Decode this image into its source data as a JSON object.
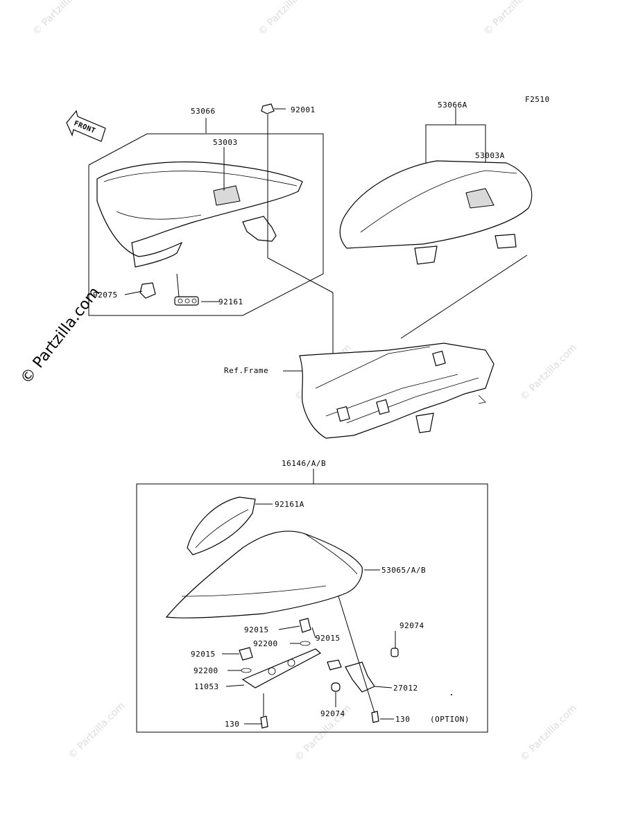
{
  "diagram_code": "F2510",
  "front_label": "FRONT",
  "ref_frame_label": "Ref.Frame",
  "option_label": "(OPTION)",
  "watermark_side": "© Partzilla.com",
  "watermark_tile": "© Partzilla.com",
  "parts": {
    "p53066": "53066",
    "p92001": "92001",
    "p53003": "53003",
    "p92075": "92075",
    "p92161": "92161",
    "p53066A": "53066A",
    "p53003A": "53003A",
    "p16146": "16146/A/B",
    "p92161A": "92161A",
    "p53065": "53065/A/B",
    "p92015a": "92015",
    "p92015b": "92015",
    "p92015c": "92015",
    "p92200a": "92200",
    "p92200b": "92200",
    "p11053": "11053",
    "p130a": "130",
    "p130b": "130",
    "p92074a": "92074",
    "p92074b": "92074",
    "p27012": "27012"
  }
}
